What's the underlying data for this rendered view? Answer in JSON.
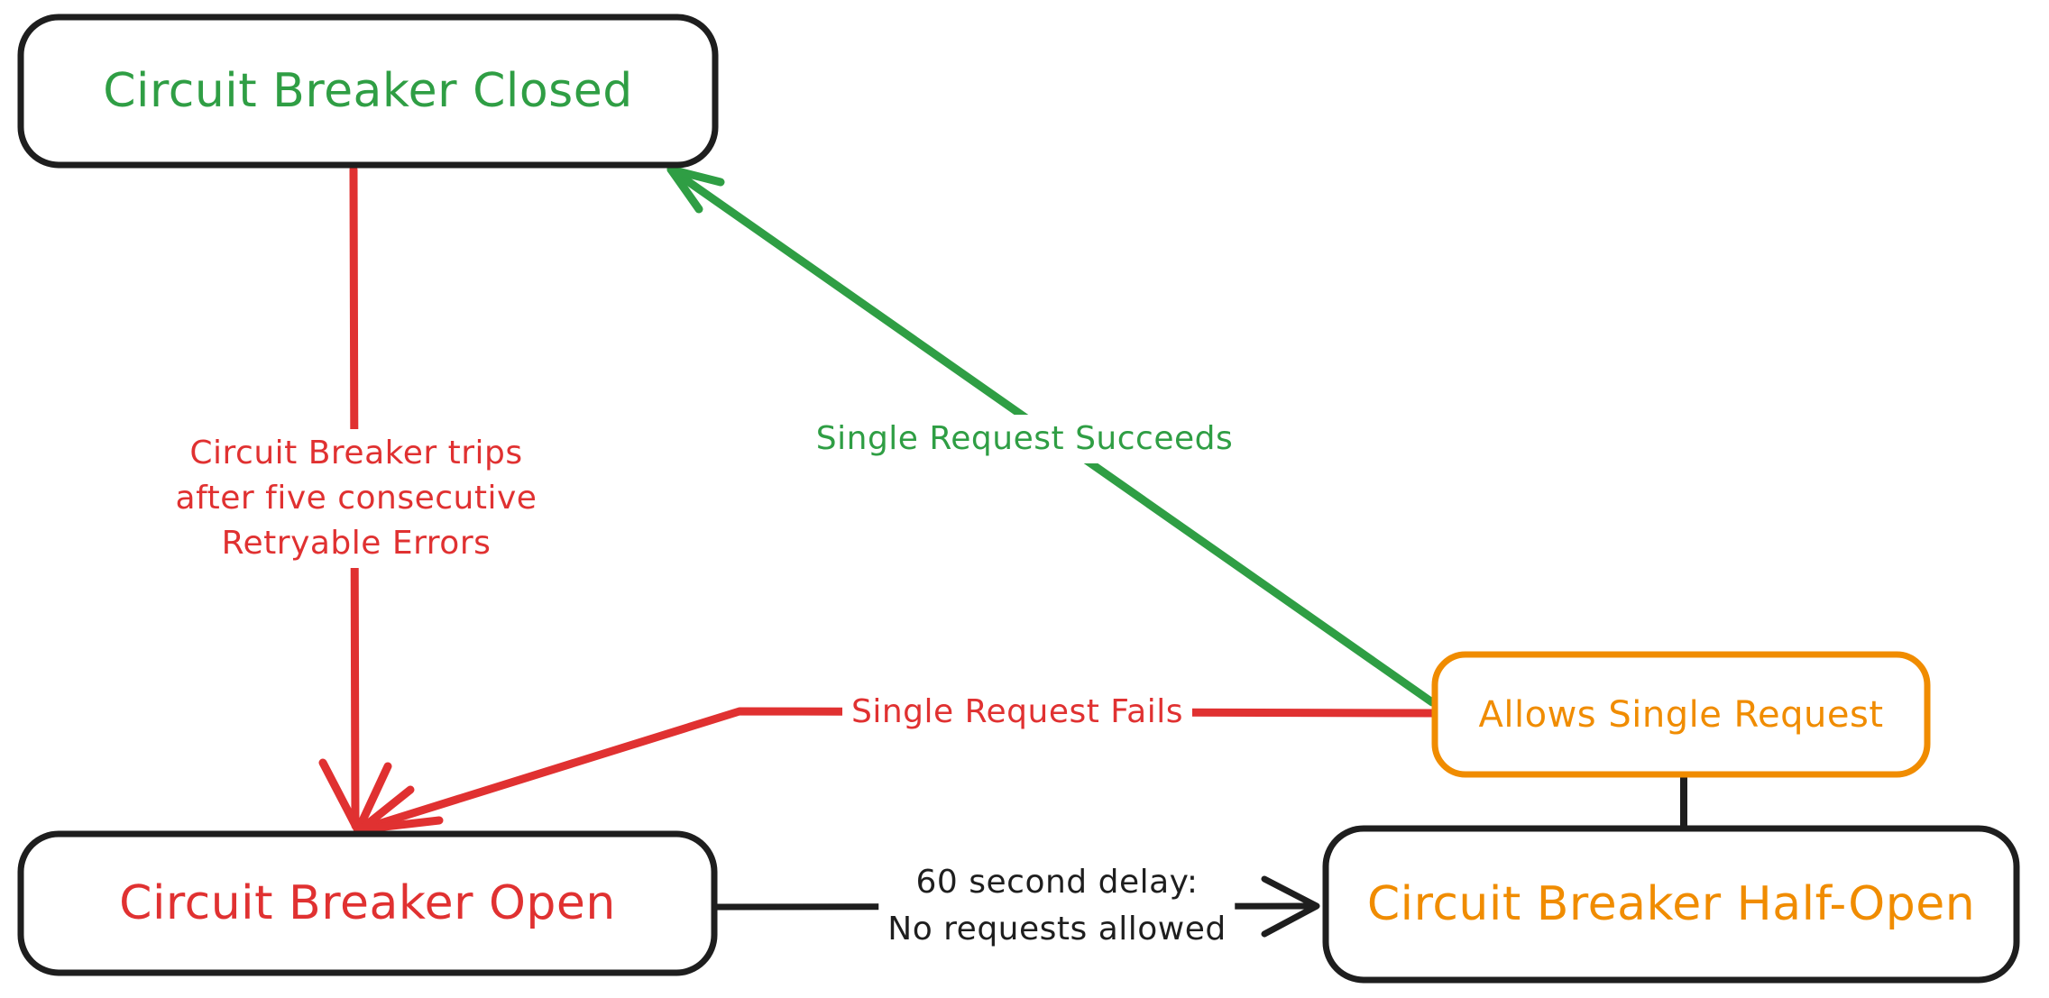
{
  "diagram": {
    "background_color": "#ffffff",
    "nodes": {
      "closed": {
        "label": "Circuit Breaker Closed",
        "text_color": "#2f9e44",
        "border_color": "#1e1e1e"
      },
      "open": {
        "label": "Circuit Breaker Open",
        "text_color": "#e03131",
        "border_color": "#1e1e1e"
      },
      "half_open": {
        "label": "Circuit Breaker Half-Open",
        "text_color": "#f08c00",
        "border_color": "#1e1e1e"
      },
      "allows_single_request": {
        "label": "Allows Single Request",
        "text_color": "#f08c00",
        "border_color": "#f08c00"
      }
    },
    "edges": {
      "trips": {
        "from": "closed",
        "to": "open",
        "label": "Circuit Breaker trips\nafter five consecutive\nRetryable Errors",
        "color": "#e03131"
      },
      "succeeds": {
        "from": "allows_single_request",
        "to": "closed",
        "label": "Single Request Succeeds",
        "color": "#2f9e44"
      },
      "fails": {
        "from": "allows_single_request",
        "to": "open",
        "label": "Single Request Fails",
        "color": "#e03131"
      },
      "delay": {
        "from": "open",
        "to": "half_open",
        "label": "60 second delay:\nNo requests allowed",
        "color": "#1e1e1e"
      },
      "half_open_to_allows": {
        "from": "half_open",
        "to": "allows_single_request",
        "label": "",
        "color": "#1e1e1e"
      }
    }
  }
}
